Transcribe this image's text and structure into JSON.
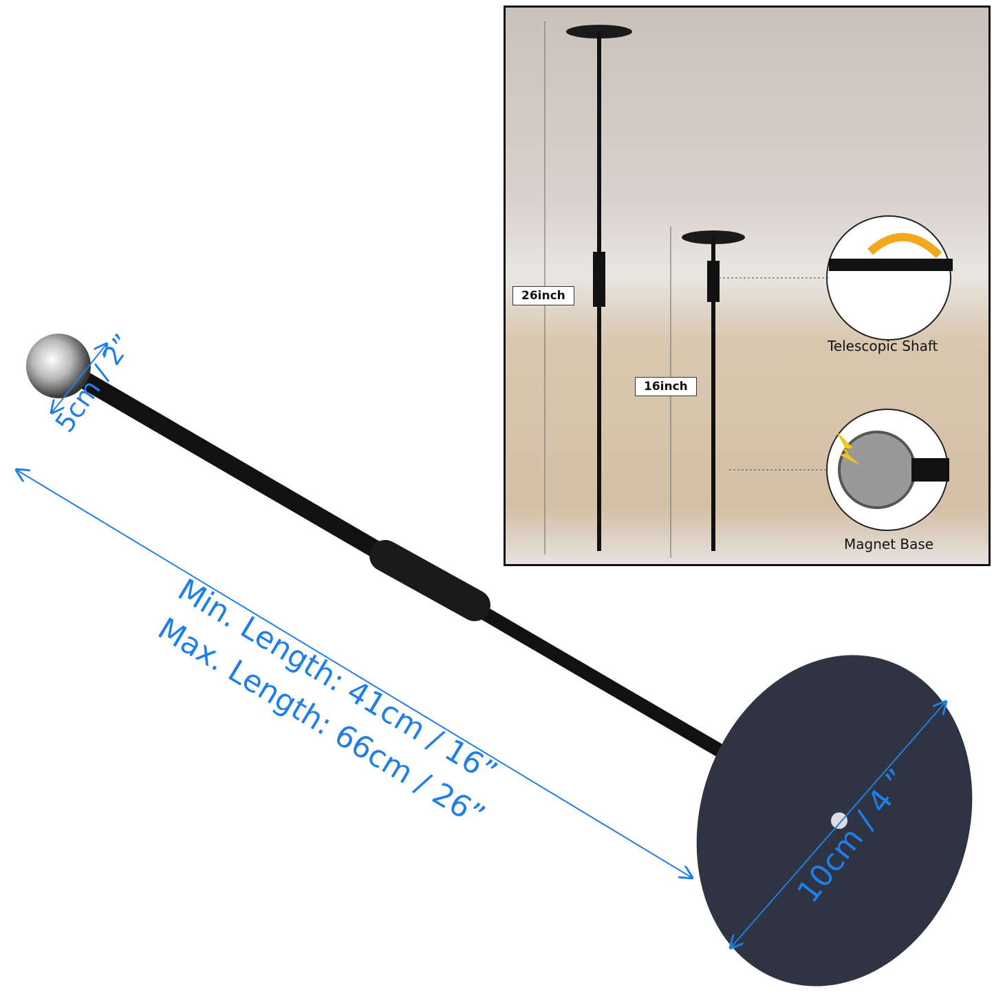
{
  "main_dimensions": {
    "ball_diameter": "5cm / 2”",
    "min_length": "Min. Length: 41cm / 16”",
    "max_length": "Max. Length: 66cm / 26”",
    "disc_diameter": "10cm / 4 ”"
  },
  "inset": {
    "long_label": "26inch",
    "short_label": "16inch",
    "callouts": [
      {
        "label": "Telescopic Shaft",
        "icon": "rotate-arrow-icon"
      },
      {
        "label": "Magnet Base",
        "icon": "lightning-icon"
      }
    ]
  },
  "colors": {
    "dimension": "#1f7fe6",
    "pole": "#111111",
    "disc": "#2e3442",
    "arrow": "#f2a81d"
  }
}
